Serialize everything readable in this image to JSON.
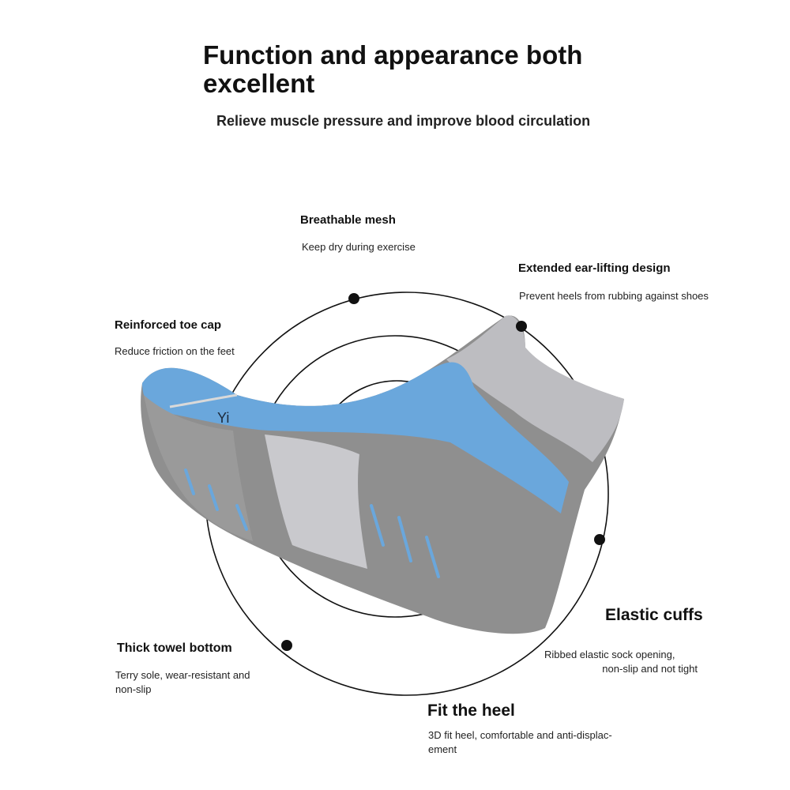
{
  "header": {
    "title": "Function and appearance both excellent",
    "subtitle": "Relieve muscle pressure and improve blood circulation"
  },
  "features": {
    "breathable": {
      "title": "Breathable mesh",
      "desc": "Keep dry during exercise"
    },
    "ear_lifting": {
      "title": "Extended ear-lifting design",
      "desc": "Prevent heels from rubbing against shoes"
    },
    "toe_cap": {
      "title": "Reinforced toe cap",
      "desc": "Reduce friction on the feet"
    },
    "elastic_cuffs": {
      "title": "Elastic cuffs",
      "desc_line1": "Ribbed elastic sock opening,",
      "desc_line2": "non-slip and not tight"
    },
    "towel_bottom": {
      "title": "Thick towel bottom",
      "desc_line1": "Terry sole, wear-resistant and",
      "desc_line2": "non-slip"
    },
    "heel": {
      "title": "Fit the heel",
      "desc_line1": "3D fit heel, comfortable and anti-displac-",
      "desc_line2": "ement"
    }
  },
  "product": {
    "logo_text": "Yi"
  },
  "colors": {
    "sock_blue": "#6aa7dc",
    "sock_gray": "#8c8c8c",
    "sock_light_gray": "#c4c4c8",
    "line": "#111111"
  }
}
